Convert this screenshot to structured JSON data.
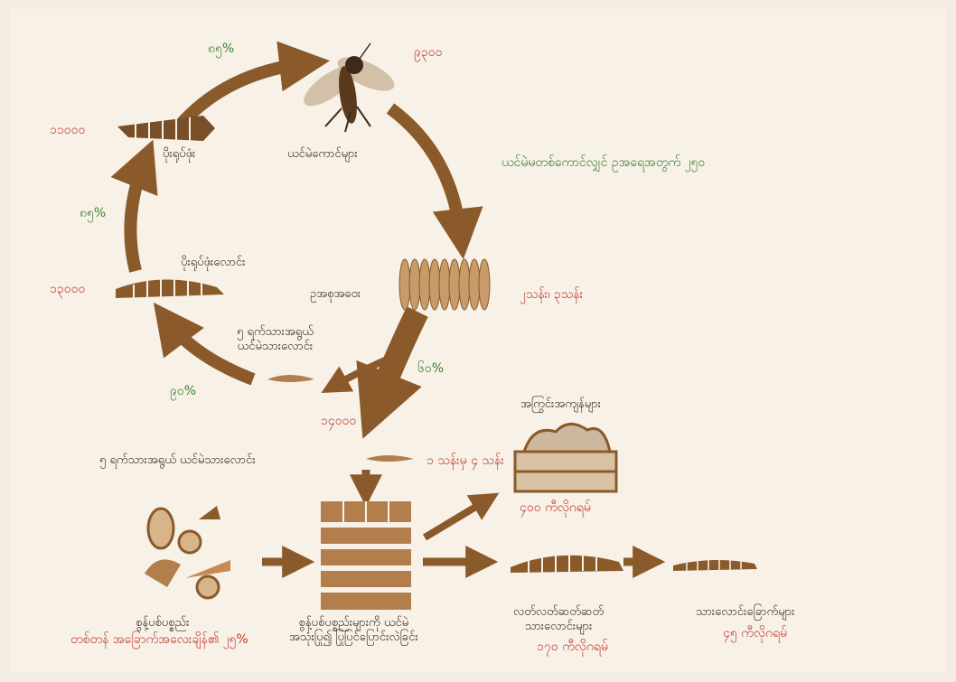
{
  "colors": {
    "background": "#f3ece2",
    "arrow_brown": "#8a5a2b",
    "label_dark": "#3d2a1a",
    "number_red": "#c0392b",
    "percent_green": "#3a7d2c"
  },
  "cycle": {
    "fly": {
      "name": "ယင်မဲကောင်များ",
      "count": "၉၃၀၀"
    },
    "eggs": {
      "name": "ဥအစုအဝေး",
      "count": "၂သန်း၊ ၃သန်း",
      "per_female": "ယင်မဲမတစ်ကောင်လျှင် ဥအရေအတွက် ၂၅၀"
    },
    "pupa": {
      "name": "ပိုးရုပ်ဖုံး",
      "count": "၁၁၀၀၀",
      "survival": "၈၅%"
    },
    "prepupa": {
      "name": "ပိုးရုပ်ဖုံးလောင်း",
      "count": "၁၃၀၀၀",
      "survival": "၈၅%"
    },
    "larva_small": {
      "name": "၅ ရက်သားအရွယ်\nယင်မဲသားလောင်း",
      "survival": "၉၀%"
    },
    "hatch": {
      "survival": "၆၀%",
      "count": "၁၄၀၀၀"
    }
  },
  "process": {
    "larva_label": "၅ ရက်သားအရွယ် ယင်မဲသားလောင်း",
    "larva_amount": "၁ သန်းမှ ၄ သန်း",
    "waste": {
      "name": "စွန့်ပစ်ပစ္စည်း",
      "amount": "တစ်တန် အခြောက်အလေးချိန်၏ ၂၅%"
    },
    "conversion": {
      "name": "စွန့်ပစ်ပစ္စည်းများကို ယင်မဲ\nအသုံးပြု၍ ပြုပြင်ပြောင်းလဲခြင်း"
    },
    "residue": {
      "name": "အကြွင်းအကျန်များ",
      "amount": "၄၀၀ ကီလိုဂရမ်"
    },
    "fresh_larvae": {
      "name": "လတ်လတ်ဆတ်ဆတ်\nသားလောင်းများ",
      "amount": "၁၇၀ ကီလိုဂရမ်"
    },
    "dried_larvae": {
      "name": "သားလောင်းခြောက်များ",
      "amount": "၄၅ ကီလိုဂရမ်"
    }
  }
}
